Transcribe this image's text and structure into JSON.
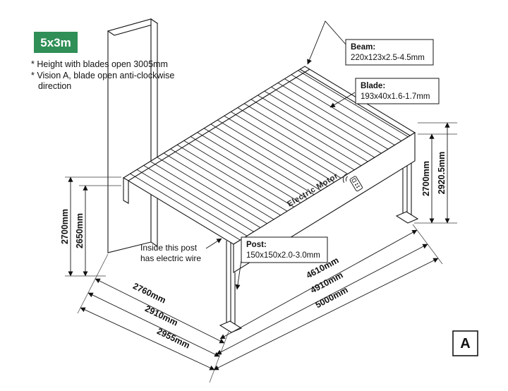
{
  "badge": {
    "label": "5x3m",
    "bg": "#2F8F57"
  },
  "notes": {
    "line1": "* Height with blades open 3005mm",
    "line2": "* Vision A, blade open anti-clockwise",
    "line3": "direction"
  },
  "callouts": {
    "beam": {
      "title": "Beam:",
      "spec": "220x123x2.5-4.5mm"
    },
    "blade": {
      "title": "Blade:",
      "spec": "193x40x1.6-1.7mm"
    },
    "post": {
      "title": "Post:",
      "spec": "150x150x2.0-3.0mm"
    },
    "wire": {
      "line1": "Inside this post",
      "line2": "has electric wire"
    },
    "motor": "Electric Motor"
  },
  "dimensions": {
    "left_outer": "2700mm",
    "left_inner": "2650mm",
    "right_inner": "2700mm",
    "right_outer": "2920.5mm",
    "depth": [
      "2760mm",
      "2910mm",
      "2955mm"
    ],
    "length": [
      "4610mm",
      "4910mm",
      "5000mm"
    ]
  },
  "view_label": "A"
}
